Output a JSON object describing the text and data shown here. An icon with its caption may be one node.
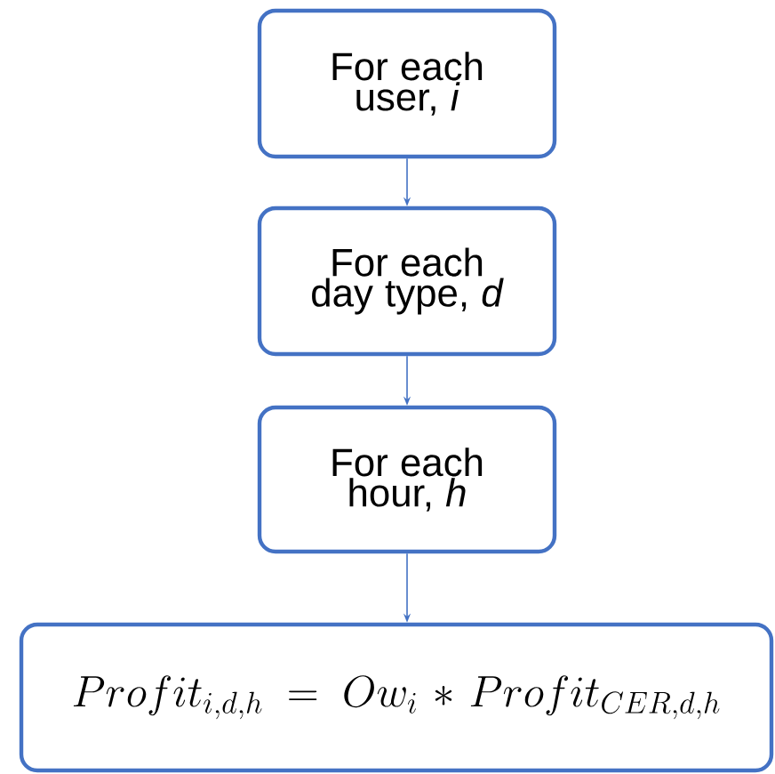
{
  "diagram": {
    "nodes": [
      {
        "text": [
          "For each user, *i*"
        ]
      },
      {
        "text": [
          "For each day type, *d*"
        ]
      },
      {
        "text": [
          "For each hour, *h*"
        ]
      },
      {
        "text": [
          "Profit_{i,d,h} = Ow_i * Profit_{CER,d,h}"
        ]
      }
    ],
    "edges": [
      {
        "from": 0,
        "to": 1,
        "arrow": "to"
      },
      {
        "from": 1,
        "to": 2,
        "arrow": "to"
      },
      {
        "from": 2,
        "to": 3,
        "arrow": "to"
      }
    ]
  }
}
